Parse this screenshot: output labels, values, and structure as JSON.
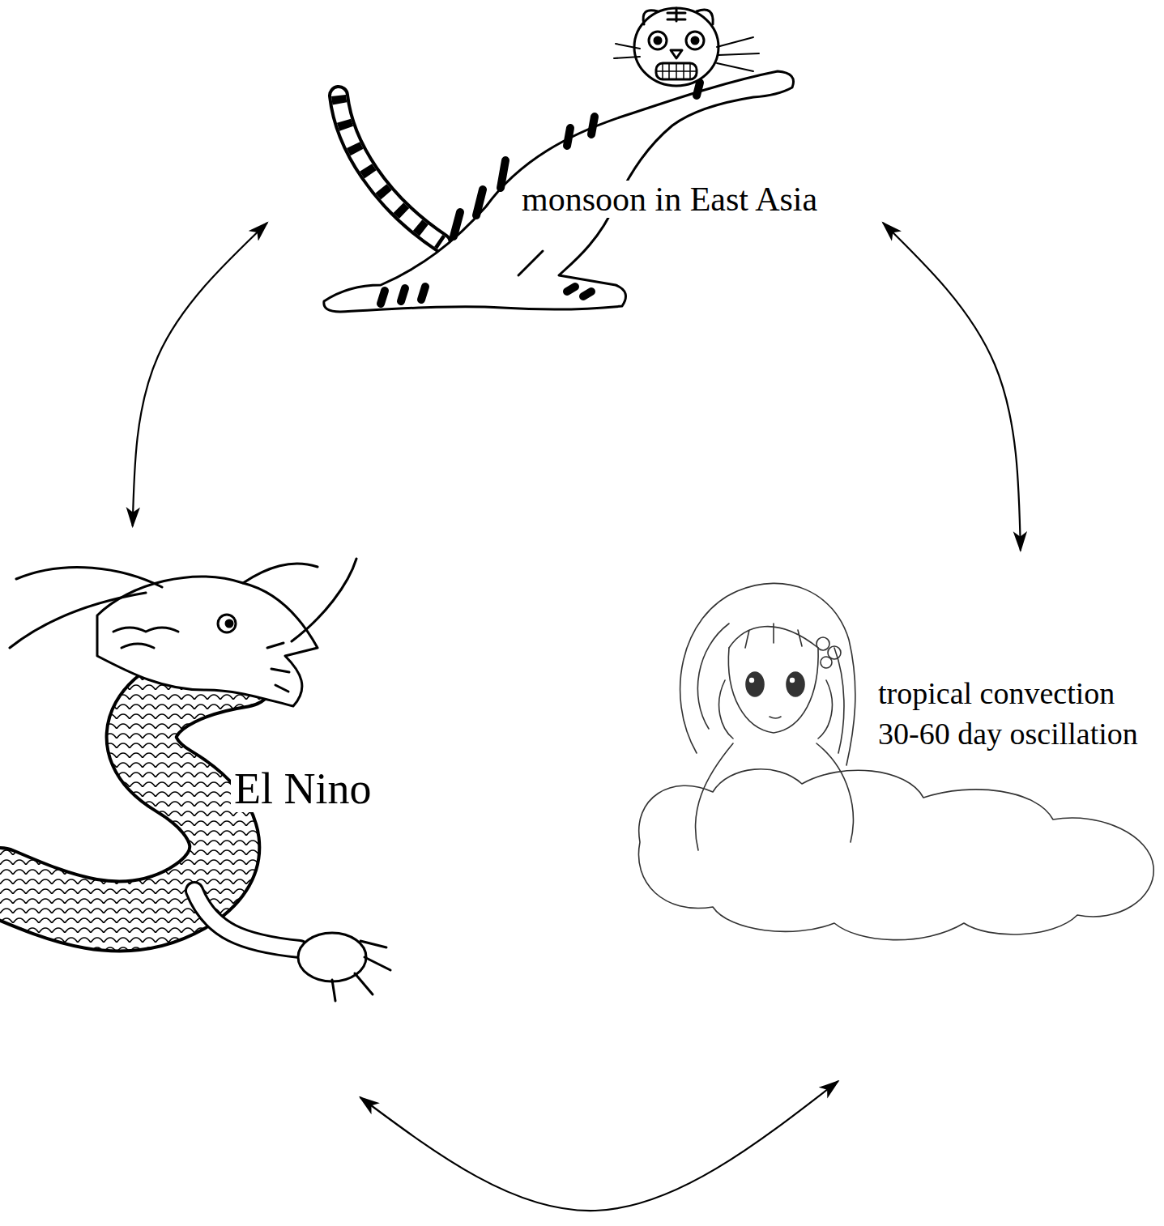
{
  "diagram": {
    "nodes": [
      {
        "text": [
          "monsoon in East Asia"
        ]
      },
      {
        "text": [
          "El Nino"
        ]
      },
      {
        "text": [
          "tropical convection",
          "30-60 day oscillation"
        ]
      }
    ],
    "edges": [
      {
        "from": 0,
        "to": 1,
        "arrow": "both"
      },
      {
        "from": 0,
        "to": 2,
        "arrow": "both"
      },
      {
        "from": 1,
        "to": 2,
        "arrow": "both"
      }
    ]
  }
}
